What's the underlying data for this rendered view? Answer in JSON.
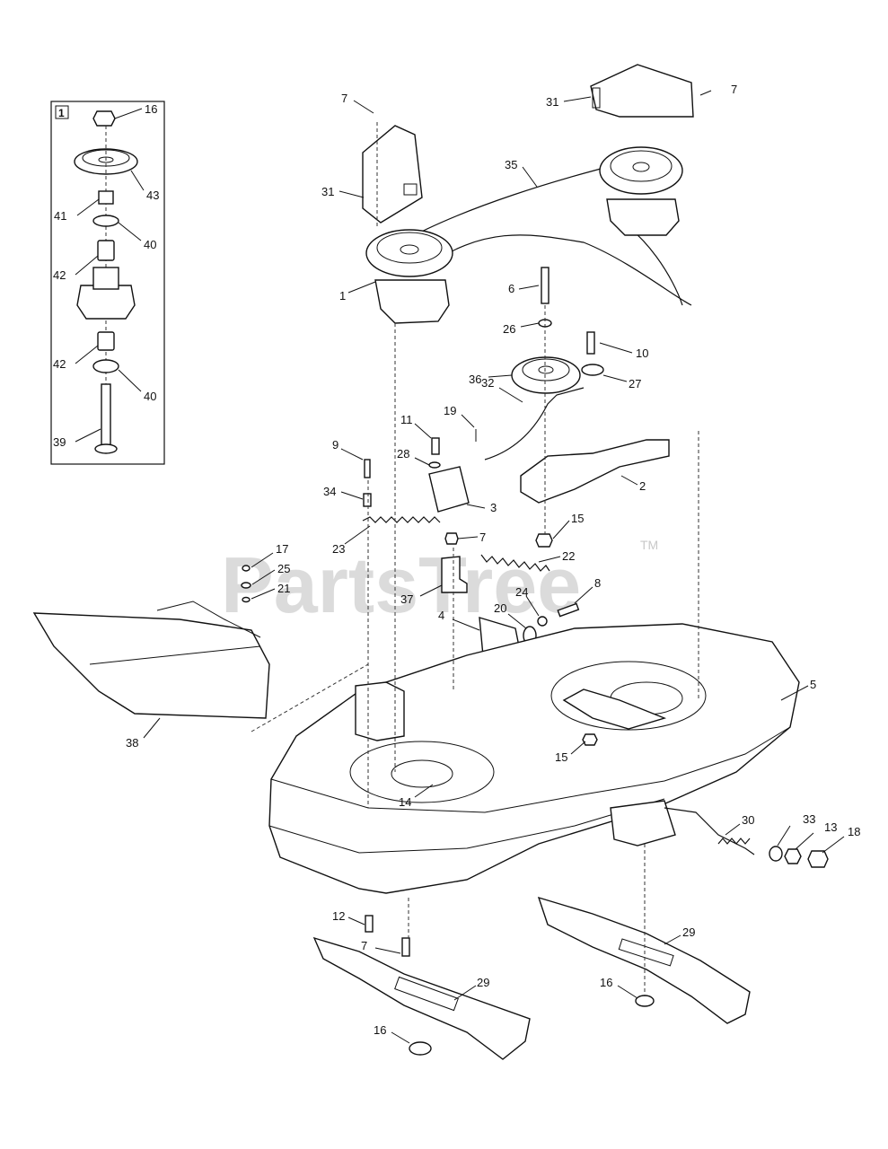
{
  "inset": {
    "tag": "1",
    "callouts": [
      "16",
      "43",
      "41",
      "40",
      "42",
      "42",
      "40",
      "39"
    ]
  },
  "callouts": [
    "7",
    "31",
    "31",
    "7",
    "35",
    "1",
    "6",
    "26",
    "10",
    "36",
    "27",
    "11",
    "19",
    "32",
    "9",
    "28",
    "2",
    "34",
    "3",
    "15",
    "23",
    "7",
    "17",
    "22",
    "25",
    "21",
    "8",
    "37",
    "24",
    "20",
    "4",
    "5",
    "38",
    "15",
    "14",
    "30",
    "33",
    "13",
    "18",
    "12",
    "7",
    "29",
    "29",
    "16",
    "16"
  ],
  "watermark": {
    "text": "PartsTree",
    "mark": "TM"
  },
  "colors": {
    "line": "#111111",
    "watermark": "#d0d0d0",
    "background": "#ffffff"
  }
}
